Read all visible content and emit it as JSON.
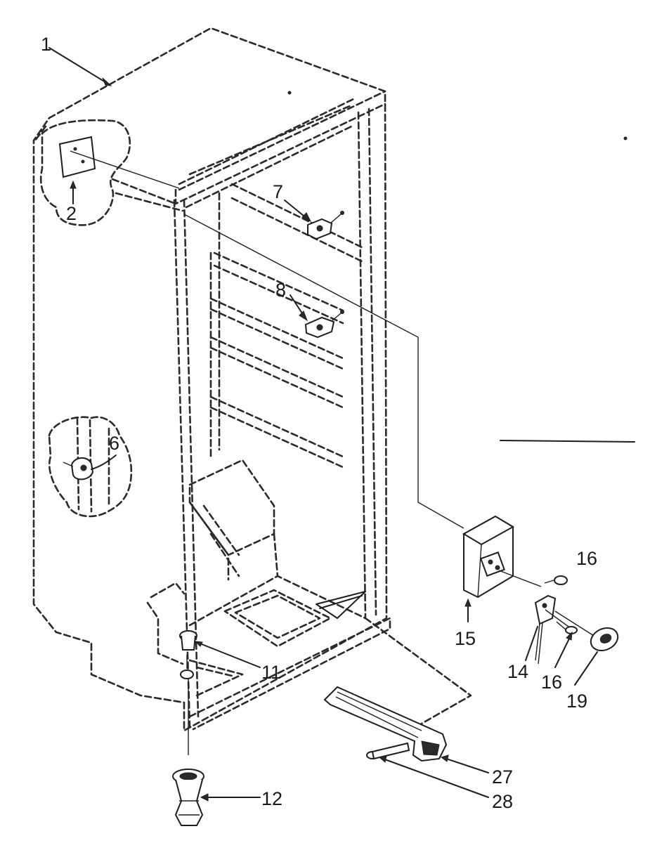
{
  "callouts": {
    "c1": "1",
    "c2": "2",
    "c6": "6",
    "c7": "7",
    "c8": "8",
    "c11": "11",
    "c12": "12",
    "c14": "14",
    "c15": "15",
    "c16a": "16",
    "c16b": "16",
    "c19": "19",
    "c27": "27",
    "c28": "28"
  },
  "colors": {
    "ink": "#1e1e1e",
    "paper": "#ffffff"
  }
}
